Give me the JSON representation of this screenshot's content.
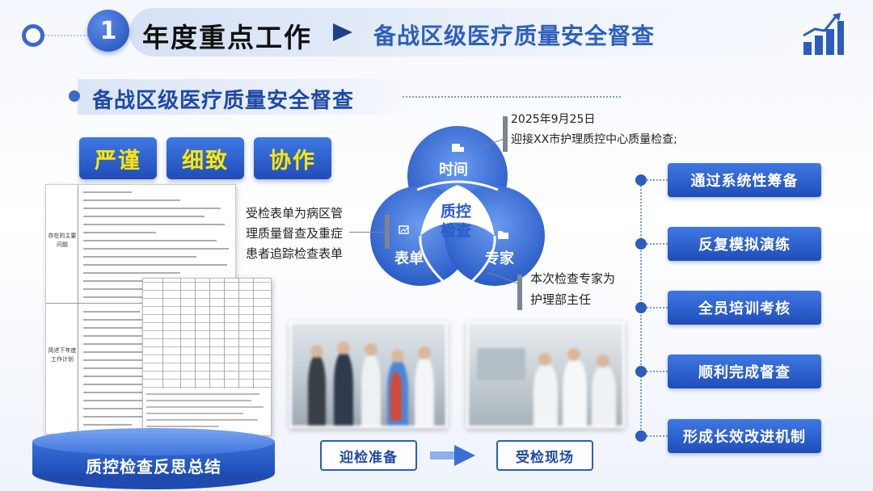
{
  "header": {
    "number": "1",
    "title": "年度重点工作",
    "subtitle": "备战区级医疗质量安全督查"
  },
  "section": {
    "title": "备战区级医疗质量安全督查"
  },
  "tags": [
    "严谨",
    "细致",
    "协作"
  ],
  "documents": {
    "row1_label": "存在的主要问题",
    "row2_label": "简述下年度工作计划",
    "podium_label": "质控检查反思总结"
  },
  "venn": {
    "center": [
      "质控",
      "检查"
    ],
    "circle_top": "时间",
    "circle_left": "表单",
    "circle_right": "专家",
    "icon_top": "building-icon",
    "icon_left": "chart-icon",
    "icon_right": "folder-icon"
  },
  "callouts": {
    "time_date": "2025年9月25日",
    "time_event": "迎接XX市护理质控中心质量检查;",
    "form_lines": [
      "受检表单为病区管",
      "理质量督查及重症",
      "患者追踪检查表单"
    ],
    "expert_lines": [
      "本次检查专家为",
      "护理部主任"
    ]
  },
  "flow": {
    "step1": "迎检准备",
    "step2": "受检现场"
  },
  "steps": [
    "通过系统性筹备",
    "反复模拟演练",
    "全员培训考核",
    "顺利完成督查",
    "形成长效改进机制"
  ],
  "colors": {
    "primary": "#2c5cc0",
    "tag_text": "#ffe700",
    "venn_blue": "#3b6fd6"
  }
}
